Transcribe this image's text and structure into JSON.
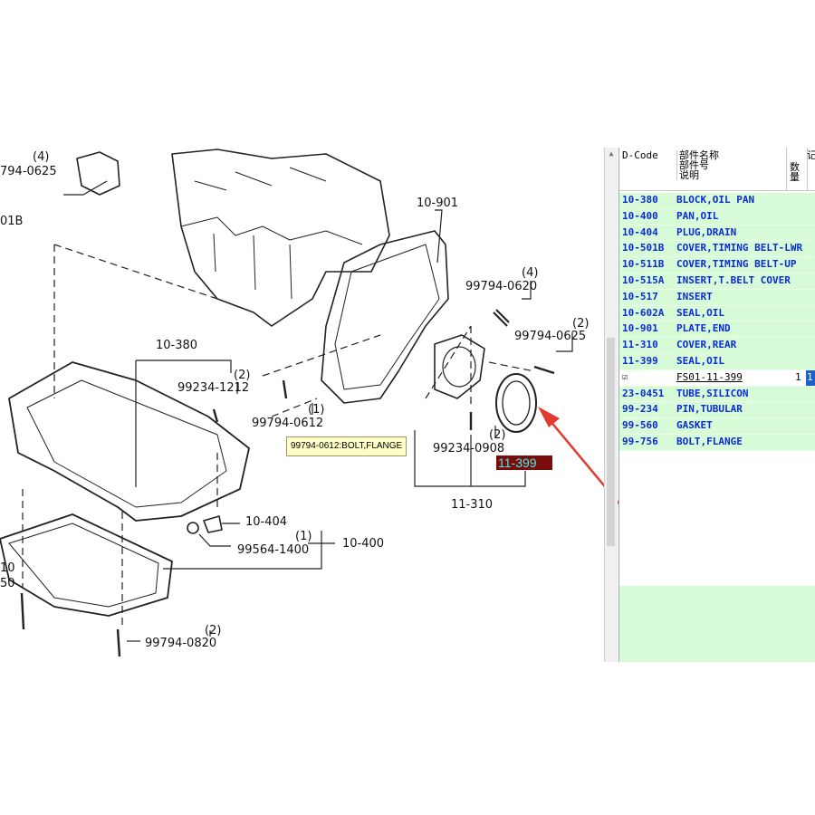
{
  "diagram": {
    "callouts": {
      "top_left_qty": "(4)",
      "top_left_part": "794-0625",
      "top_left_code": "01B",
      "plate": "10-901",
      "bolt_4": "(4)",
      "bolt_4_part": "99794-0620",
      "bolt_2": "(2)",
      "bolt_2_part": "99794-0625",
      "block_pan": "10-380",
      "pin_qty": "(2)",
      "pin_part": "99234-1212",
      "bolt_612_qty": "(1)",
      "bolt_612_part": "99794-0612",
      "pin_908_qty": "(2)",
      "pin_908_part": "99234-0908",
      "cover_rear": "11-310",
      "drain": "10-404",
      "gasket_qty": "(1)",
      "gasket_part": "99564-1400",
      "pan": "10-400",
      "bolt_820_qty": "(2)",
      "bolt_820_part": "99794-0820",
      "left_code_1": "10",
      "left_code_2": "50"
    },
    "tooltip": "99794-0612:BOLT,FLANGE",
    "highlight_label": "11-399",
    "arrow_color": "#e23a2e"
  },
  "parts_table": {
    "headers": {
      "dcode": "D-Code",
      "name_line1": "部件名称",
      "name_line2": "部件号",
      "name_line3": "说明",
      "qty": "数量",
      "extra": "记"
    },
    "rows": [
      {
        "code": "10-380",
        "name": "BLOCK,OIL PAN"
      },
      {
        "code": "10-400",
        "name": "PAN,OIL"
      },
      {
        "code": "10-404",
        "name": "PLUG,DRAIN"
      },
      {
        "code": "10-501B",
        "name": "COVER,TIMING BELT-LWR"
      },
      {
        "code": "10-511B",
        "name": "COVER,TIMING BELT-UP"
      },
      {
        "code": "10-515A",
        "name": "INSERT,T.BELT COVER"
      },
      {
        "code": "10-517",
        "name": "INSERT"
      },
      {
        "code": "10-602A",
        "name": "SEAL,OIL"
      },
      {
        "code": "10-901",
        "name": "PLATE,END"
      },
      {
        "code": "11-310",
        "name": "COVER,REAR"
      },
      {
        "code": "11-399",
        "name": "SEAL,OIL"
      }
    ],
    "selected_row": {
      "check": "☑",
      "part_number": "FS01-11-399",
      "qty": "1",
      "qty_cell": "1"
    },
    "rows_after": [
      {
        "code": "23-0451",
        "name": "TUBE,SILICON"
      },
      {
        "code": "99-234",
        "name": "PIN,TUBULAR"
      },
      {
        "code": "99-560",
        "name": "GASKET"
      },
      {
        "code": "99-756",
        "name": "BOLT,FLANGE"
      }
    ]
  }
}
